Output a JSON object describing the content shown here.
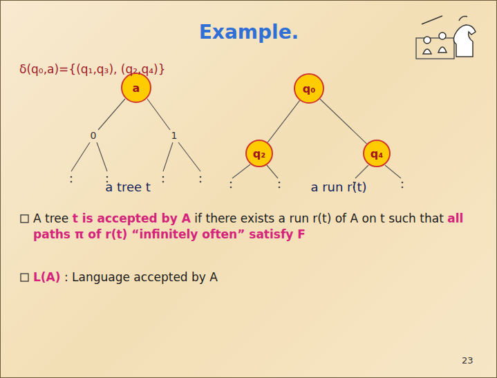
{
  "diagram": {
    "title": "Example.",
    "nodes": [
      {
        "text": [
          "a"
        ]
      },
      {
        "text": [
          "q₀"
        ]
      },
      {
        "text": [
          "q₂"
        ]
      },
      {
        "text": [
          "q₄"
        ]
      }
    ],
    "edges": [
      {
        "from": 1,
        "to": 2,
        "arrow": "none"
      },
      {
        "from": 1,
        "to": 3,
        "arrow": "none"
      }
    ],
    "labels": [
      "δ(q₀,a)={(q₁,q₃), (q₂,q₄)}",
      "0",
      "1",
      "a tree t",
      "a run r(t)",
      "A tree",
      "t is accepted by A",
      "if there exists a run r(t) of A on t such that",
      "all paths π of r(t) “infinitely often” satisfy F",
      "L(A)",
      ": Language accepted by A",
      "23"
    ]
  }
}
